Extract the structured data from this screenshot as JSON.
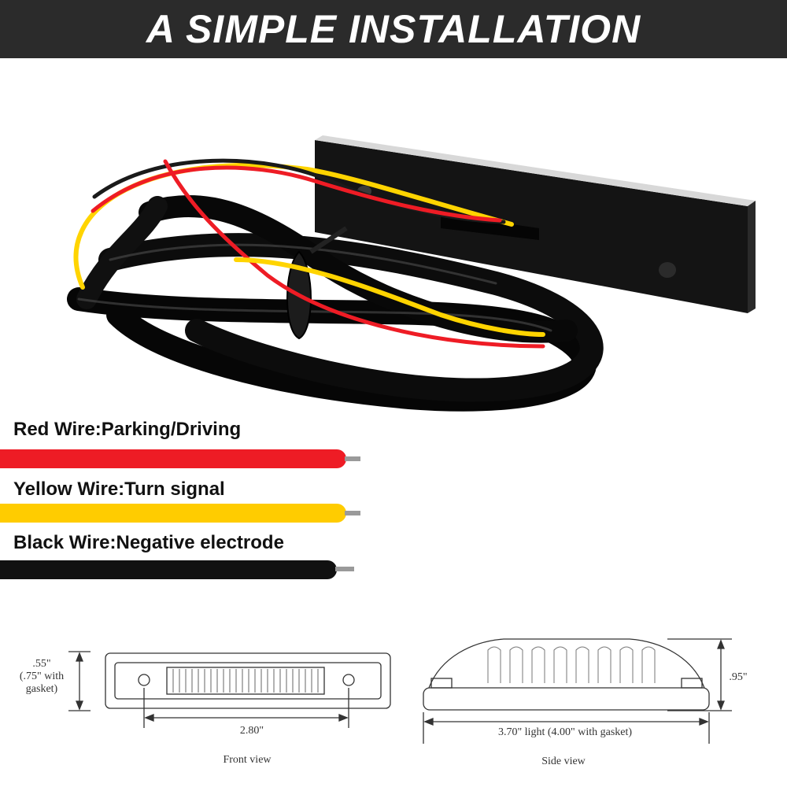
{
  "banner": {
    "title": "A SIMPLE INSTALLATION"
  },
  "wires": [
    {
      "label": "Red Wire:Parking/Driving",
      "color": "#ee1c25"
    },
    {
      "label": "Yellow Wire:Turn signal",
      "color": "#ffcc00"
    },
    {
      "label": "Black Wire:Negative electrode",
      "color": "#111111"
    }
  ],
  "front_view": {
    "height_dim": ".55\"",
    "height_note_1": "(.75\" with",
    "height_note_2": "gasket)",
    "width_dim": "2.80\"",
    "caption": "Front view"
  },
  "side_view": {
    "height_dim": ".95\"",
    "width_dim": "3.70\" light  (4.00\" with gasket)",
    "caption": "Side view"
  }
}
